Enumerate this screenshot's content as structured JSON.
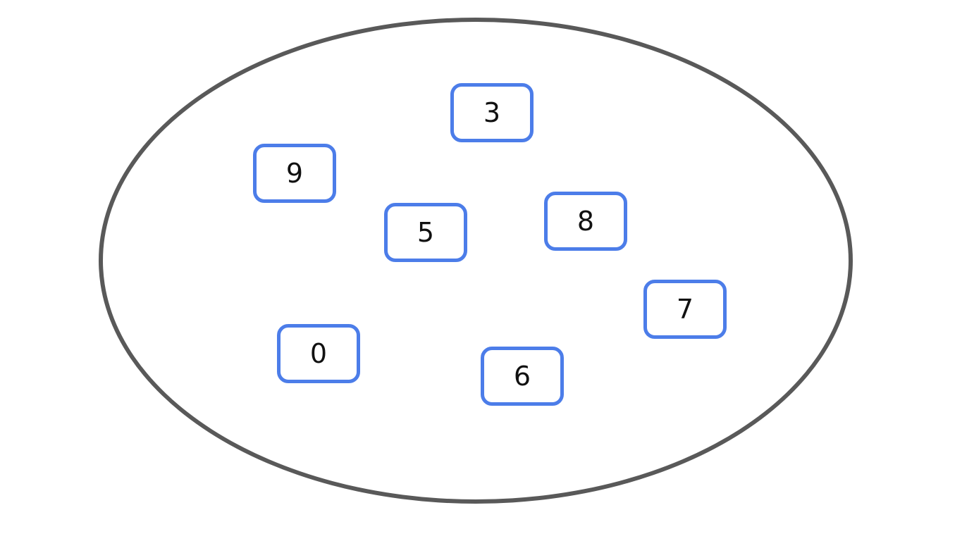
{
  "diagram": {
    "kind": "number-set",
    "description": "An oval set containing number tiles",
    "ellipse": {
      "stroke_color": "#595959"
    },
    "boxes": [
      {
        "value": "3"
      },
      {
        "value": "9"
      },
      {
        "value": "5"
      },
      {
        "value": "8"
      },
      {
        "value": "7"
      },
      {
        "value": "0"
      },
      {
        "value": "6"
      }
    ]
  },
  "colors": {
    "box_border": "#4C7DE9",
    "ellipse_stroke": "#595959",
    "text_color": "#111111",
    "bg": "#ffffff"
  }
}
